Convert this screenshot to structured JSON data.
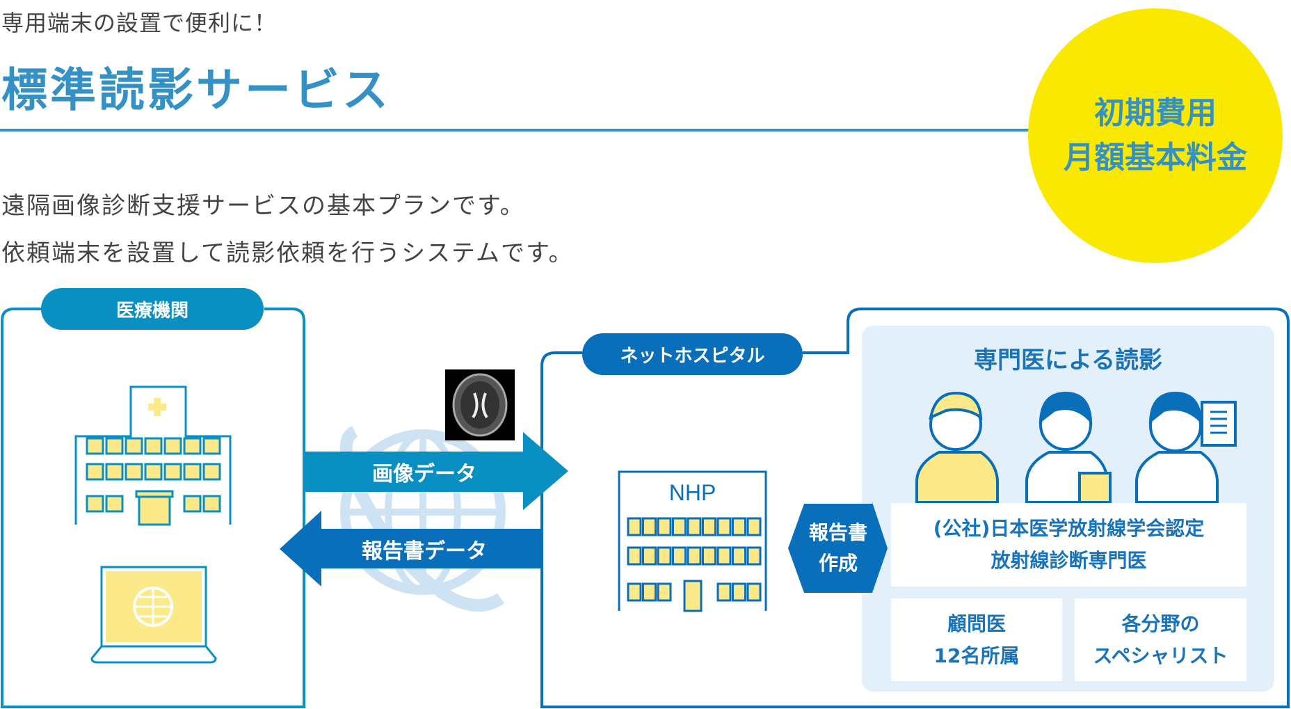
{
  "header": {
    "lead": "専用端末の設置で便利に！",
    "title": "標準読影サービス"
  },
  "badge": {
    "line1": "初期費用",
    "line2": "月額基本料金",
    "color": "#f9e900"
  },
  "description": [
    "遠隔画像診断支援サービスの基本プランです。",
    "依頼端末を設置して読影依頼を行うシステムです。"
  ],
  "left_box": {
    "label": "医療機関"
  },
  "arrows": {
    "image_data": "画像データ",
    "report_data": "報告書データ",
    "report_create_1": "報告書",
    "report_create_2": "作成"
  },
  "right_box": {
    "label": "ネットホスピタル",
    "building_sign": "NHP",
    "panel_title": "専門医による読影",
    "cert_line1": "(公社)日本医学放射線学会認定",
    "cert_line2": "放射線診断専門医",
    "advisors_line1": "顧問医",
    "advisors_line2": "12名所属",
    "specialists_line1": "各分野の",
    "specialists_line2": "スペシャリスト"
  },
  "colors": {
    "title_blue": "#3391c5",
    "cyan_blue": "#0a8fc2",
    "deep_blue": "#0a6fbb",
    "panel_bg": "#e3f0f9",
    "window_yellow": "#fbe98a"
  }
}
